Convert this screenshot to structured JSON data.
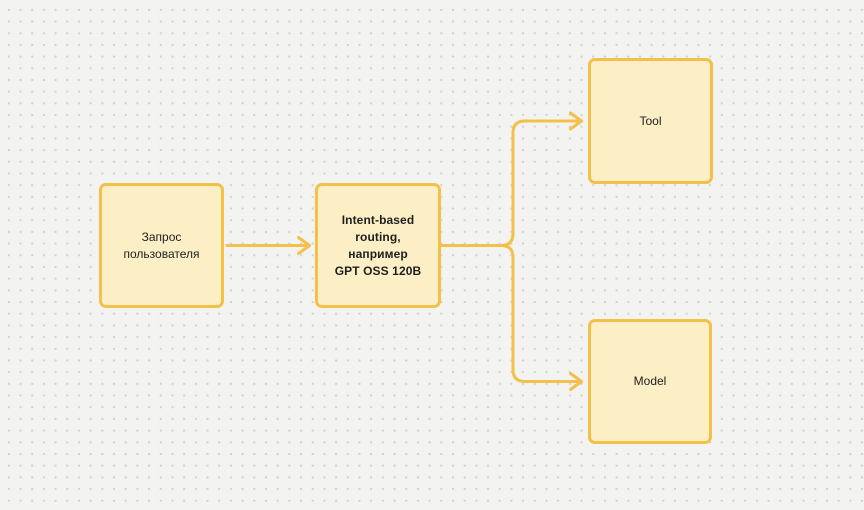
{
  "canvas": {
    "background_color": "#f3f3f2",
    "dot_color": "#d2d2d0",
    "accent_color": "#f3c04a",
    "node_fill_color": "#fcefc6",
    "text_color": "#1e1e1e"
  },
  "nodes": [
    {
      "id": "user-query",
      "label": "Запрос\nпользователя",
      "bold": false
    },
    {
      "id": "router",
      "label": "Intent-based\nrouting, например\nGPT OSS 120B",
      "bold": true
    },
    {
      "id": "tool",
      "label": "Tool",
      "bold": false
    },
    {
      "id": "model",
      "label": "Model",
      "bold": false
    }
  ],
  "edges": [
    {
      "from": "user-query",
      "to": "router"
    },
    {
      "from": "router",
      "to": "tool"
    },
    {
      "from": "router",
      "to": "model"
    }
  ]
}
